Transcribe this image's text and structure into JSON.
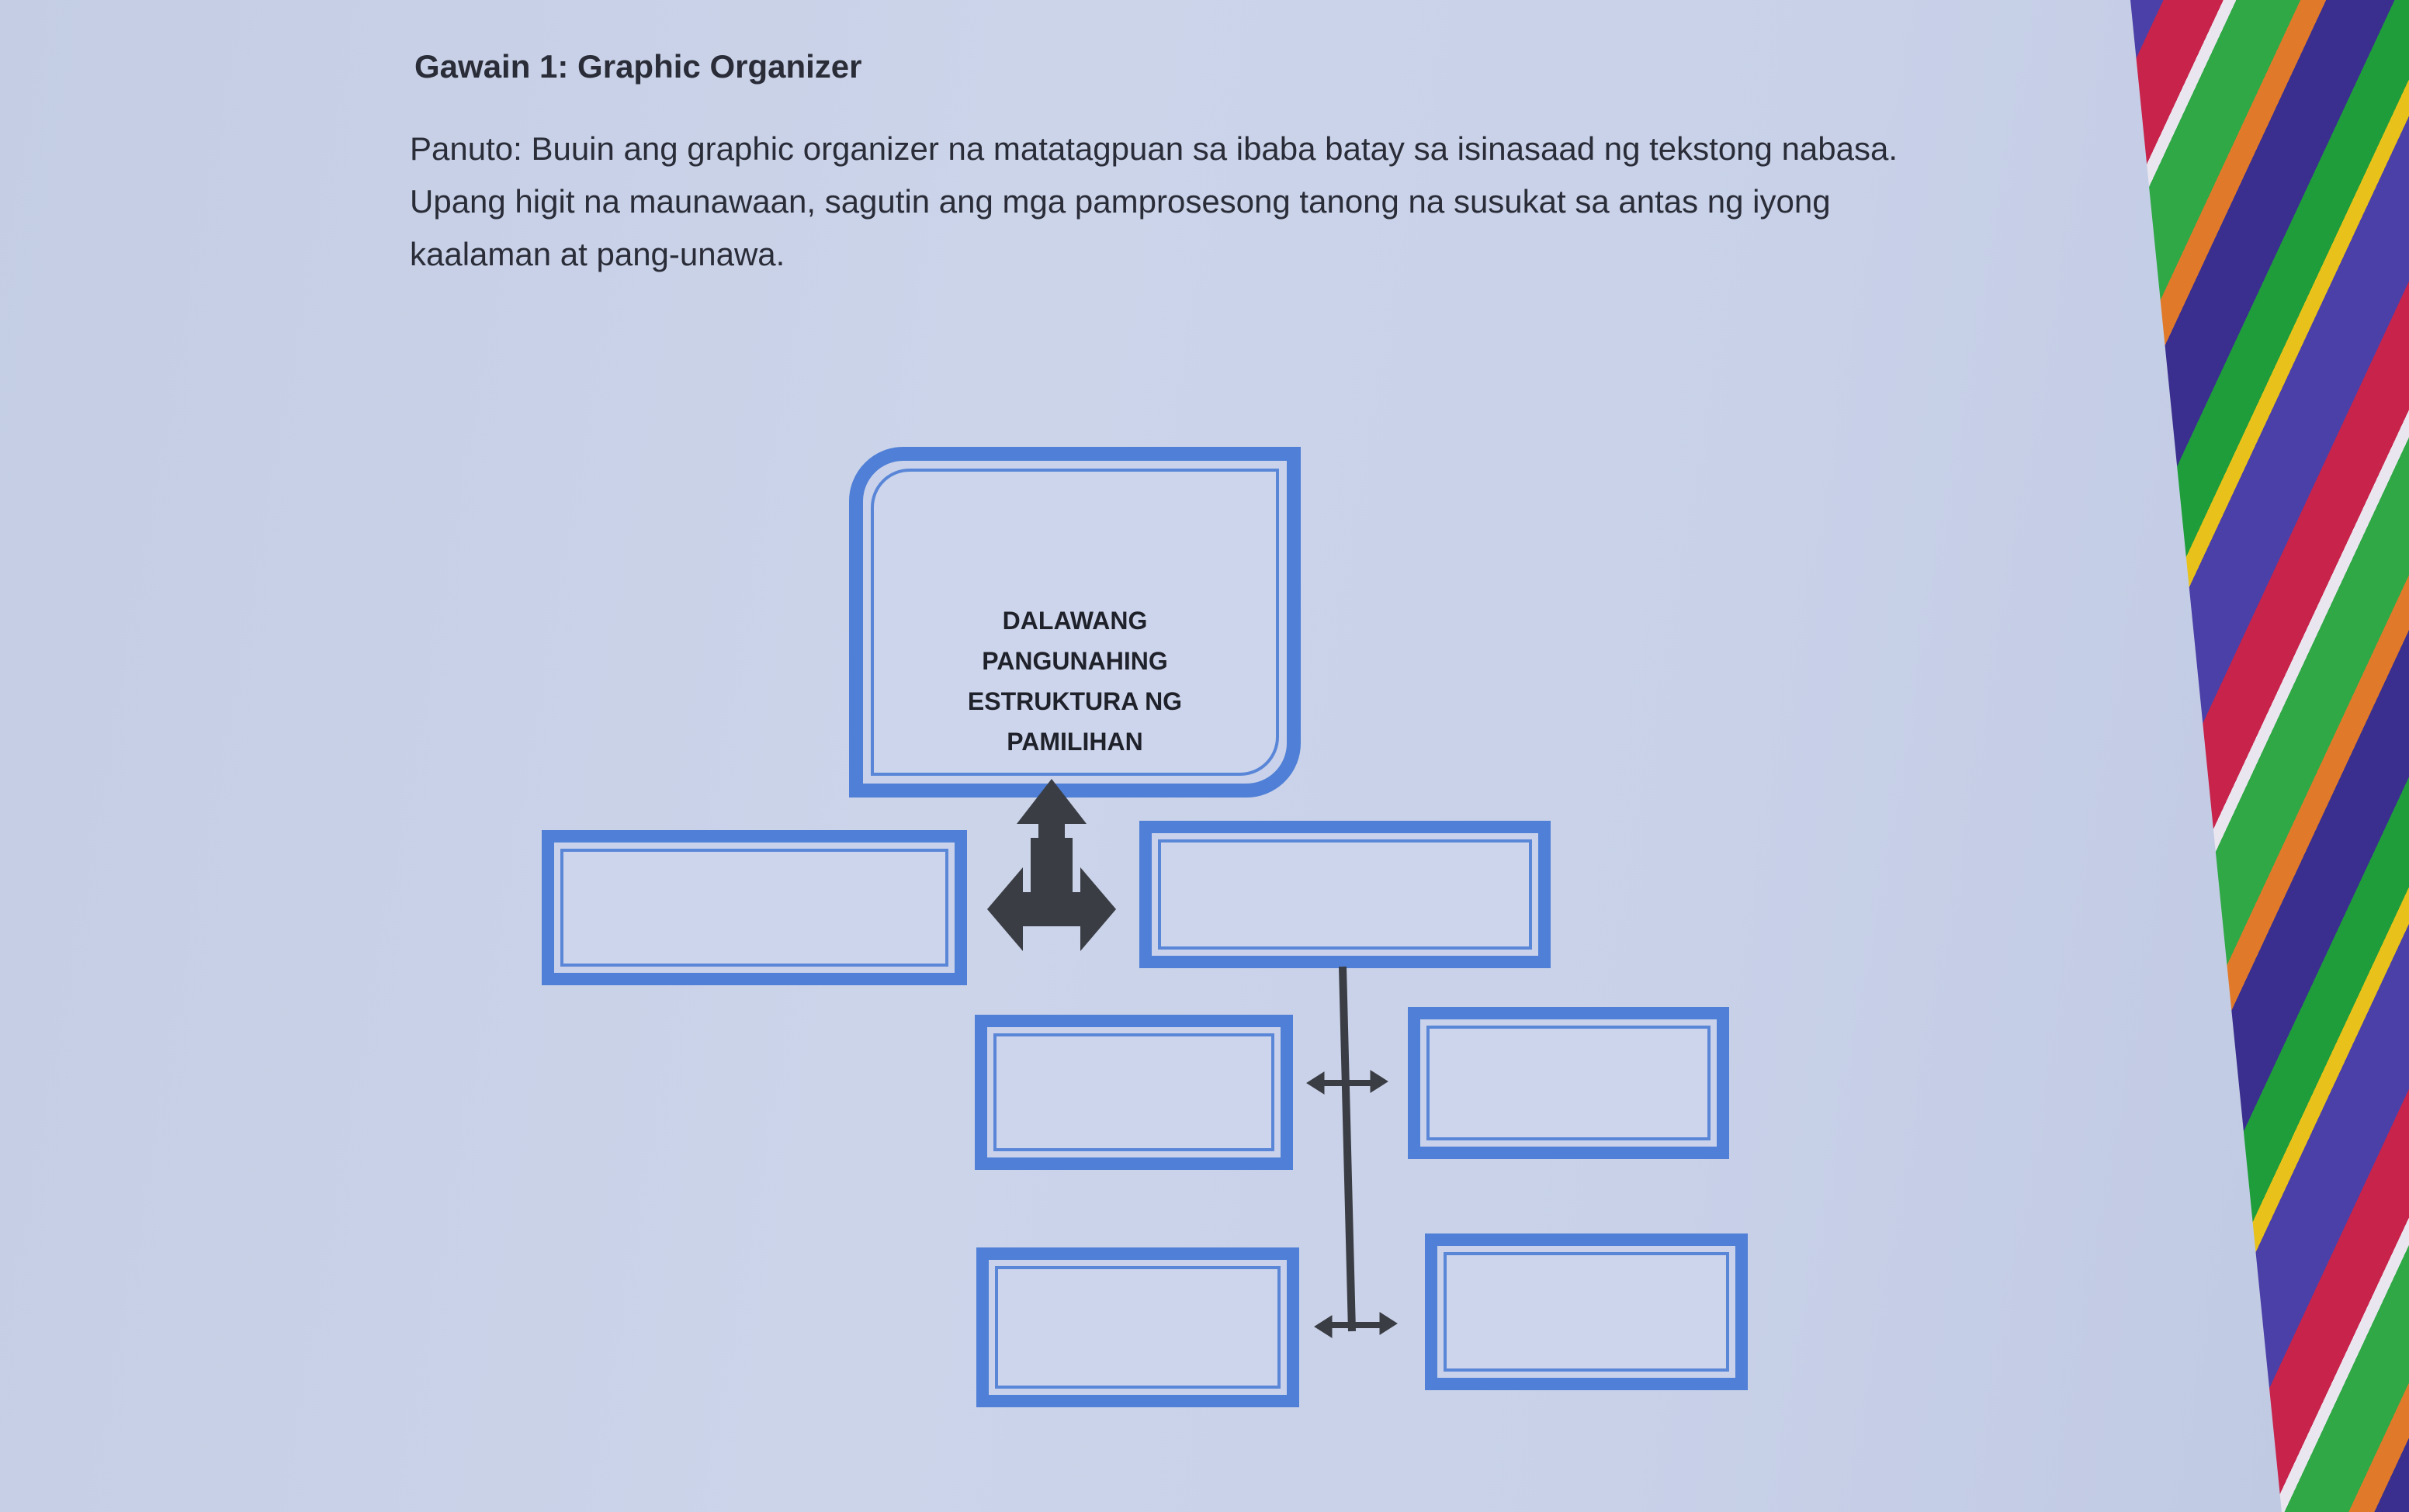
{
  "title": "Gawain 1: Graphic Organizer",
  "instructions": "Panuto: Buuin ang graphic organizer na matatagpuan sa ibaba batay sa isinasaad ng tekstong nabasa. Upang higit na maunawaan, sagutin ang mga pamprosesong tanong na susukat sa antas ng iyong kaalaman at pang-unawa.",
  "organizer": {
    "main_lines": [
      "DALAWANG",
      "PANGUNAHING",
      "ESTRUKTURA NG",
      "PAMILIHAN"
    ],
    "left_box_text": "",
    "right_box_text": "",
    "sub_boxes": [
      "",
      "",
      "",
      ""
    ]
  },
  "colors": {
    "box_border": "#4f7fd6",
    "arrow": "#3a3d44",
    "paper": "#c8d1e8"
  }
}
